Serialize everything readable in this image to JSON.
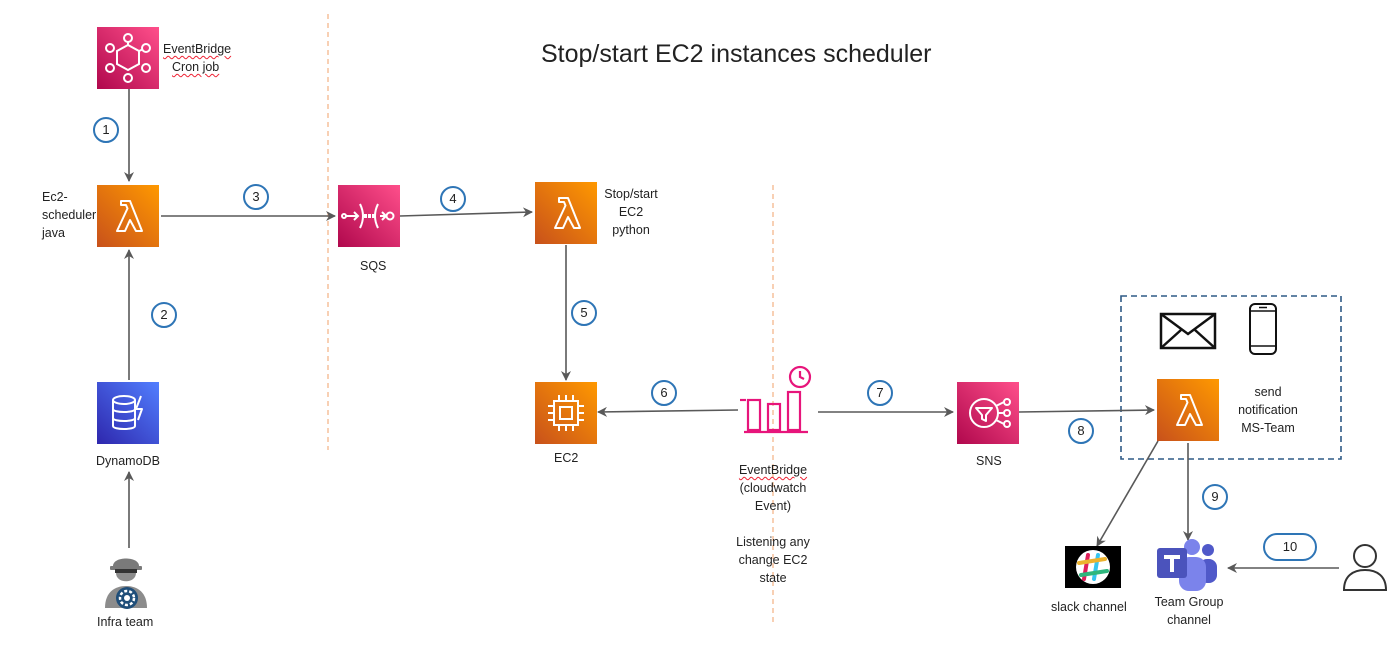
{
  "title": "Stop/start EC2 instances scheduler",
  "colors": {
    "lambda_orange": "#ed7100",
    "eventbridge_pink": "#e7157b",
    "dynamodb_blue": "#3f48cc",
    "arrow_gray": "#595959",
    "divider_orange": "#f4b183",
    "badge_blue": "#2e75b6",
    "dashed_box_blue": "#2f5a86"
  },
  "nodes": {
    "eventbridge_cron": {
      "line1": "EventBridge",
      "line2": "Cron job",
      "icon": "eventbridge-icon"
    },
    "ec2_scheduler": {
      "line1": "Ec2-",
      "line2": "scheduler",
      "line3": "java",
      "icon": "lambda-icon"
    },
    "dynamodb": {
      "label": "DynamoDB",
      "icon": "dynamodb-icon"
    },
    "infra_team": {
      "label": "Infra team",
      "icon": "engineer-icon"
    },
    "sqs": {
      "label": "SQS",
      "icon": "sqs-icon"
    },
    "stopstart_lambda": {
      "line1": "Stop/start",
      "line2": "EC2",
      "line3": "python",
      "icon": "lambda-icon"
    },
    "ec2": {
      "label": "EC2",
      "icon": "ec2-chip-icon"
    },
    "eventbridge_cw": {
      "line1": "EventBridge",
      "line2": "(cloudwatch",
      "line3": "Event)",
      "line4": "Listening any",
      "line5": "change EC2",
      "line6": "state",
      "icon": "eventbridge-rule-icon"
    },
    "sns": {
      "label": "SNS",
      "icon": "sns-icon"
    },
    "notify_lambda": {
      "line1": "send",
      "line2": "notification",
      "line3": "MS-Team",
      "icon": "lambda-icon"
    },
    "email": {
      "icon": "envelope-icon"
    },
    "mobile": {
      "icon": "mobile-phone-icon"
    },
    "slack": {
      "label": "slack channel",
      "icon": "slack-icon"
    },
    "teams": {
      "line1": "Team Group",
      "line2": "channel",
      "icon": "ms-teams-icon"
    },
    "user": {
      "icon": "user-icon"
    }
  },
  "steps": [
    "1",
    "2",
    "3",
    "4",
    "5",
    "6",
    "7",
    "8",
    "9",
    "10"
  ]
}
